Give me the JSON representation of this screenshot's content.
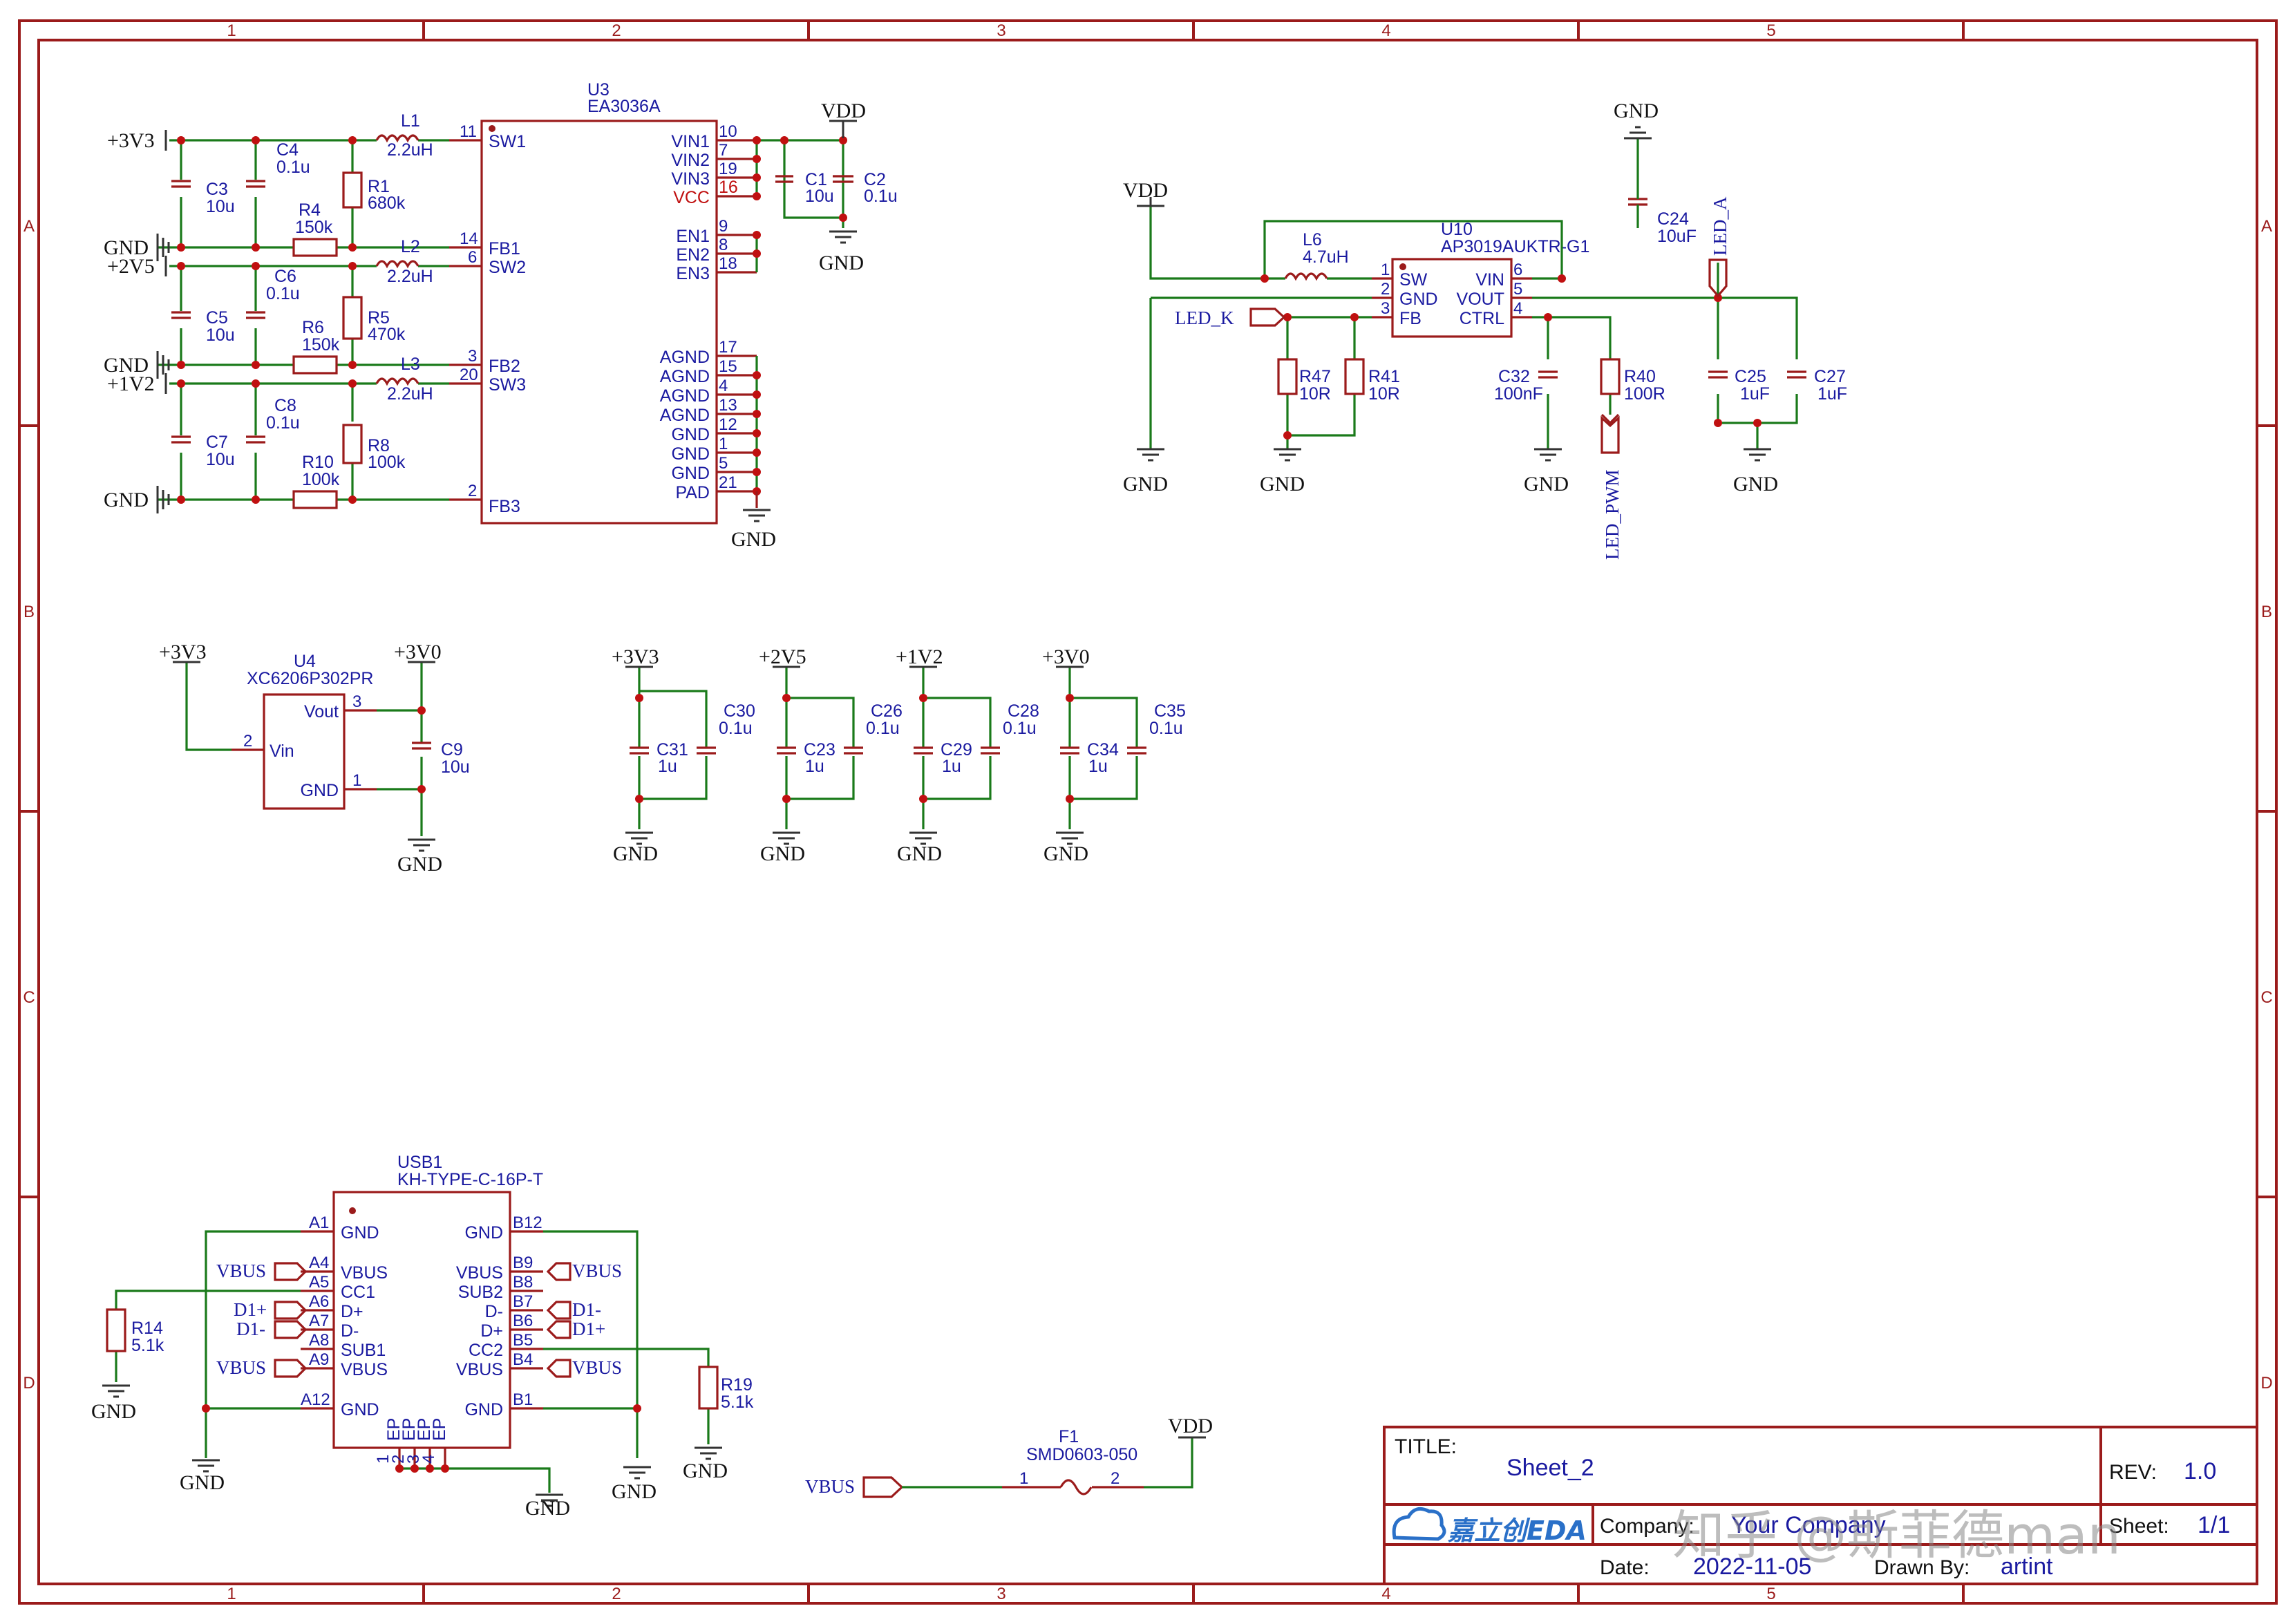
{
  "grid": {
    "cols": [
      "1",
      "2",
      "3",
      "4",
      "5"
    ],
    "rows": [
      "A",
      "B",
      "C",
      "D"
    ]
  },
  "power": {
    "p3v3": "+3V3",
    "p2v5": "+2V5",
    "p1v2": "+1V2",
    "p3v0": "+3V0",
    "vdd": "VDD",
    "gnd": "GND",
    "vbus": "VBUS"
  },
  "u3": {
    "ref": "U3",
    "part": "EA3036A",
    "left_pins": [
      {
        "num": "11",
        "name": "SW1"
      },
      {
        "num": "14",
        "name": "FB1"
      },
      {
        "num": "6",
        "name": "SW2"
      },
      {
        "num": "3",
        "name": "FB2"
      },
      {
        "num": "20",
        "name": "SW3"
      },
      {
        "num": "2",
        "name": "FB3"
      }
    ],
    "right_pins": [
      {
        "num": "10",
        "name": "VIN1"
      },
      {
        "num": "7",
        "name": "VIN2"
      },
      {
        "num": "19",
        "name": "VIN3"
      },
      {
        "num": "16",
        "name": "VCC"
      },
      {
        "num": "9",
        "name": "EN1"
      },
      {
        "num": "8",
        "name": "EN2"
      },
      {
        "num": "18",
        "name": "EN3"
      },
      {
        "num": "17",
        "name": "AGND"
      },
      {
        "num": "15",
        "name": "AGND"
      },
      {
        "num": "4",
        "name": "AGND"
      },
      {
        "num": "13",
        "name": "AGND"
      },
      {
        "num": "12",
        "name": "GND"
      },
      {
        "num": "1",
        "name": "GND"
      },
      {
        "num": "5",
        "name": "GND"
      },
      {
        "num": "21",
        "name": "PAD"
      }
    ]
  },
  "buck_parts": {
    "L1": [
      "L1",
      "2.2uH"
    ],
    "L2": [
      "L2",
      "2.2uH"
    ],
    "L3": [
      "L3",
      "2.2uH"
    ],
    "R1": [
      "R1",
      "680k"
    ],
    "R4": [
      "R4",
      "150k"
    ],
    "R5": [
      "R5",
      "470k"
    ],
    "R6": [
      "R6",
      "150k"
    ],
    "R8": [
      "R8",
      "100k"
    ],
    "R10": [
      "R10",
      "100k"
    ],
    "C3": [
      "C3",
      "10u"
    ],
    "C4": [
      "C4",
      "0.1u"
    ],
    "C5": [
      "C5",
      "10u"
    ],
    "C6": [
      "C6",
      "0.1u"
    ],
    "C7": [
      "C7",
      "10u"
    ],
    "C8": [
      "C8",
      "0.1u"
    ],
    "C1": [
      "C1",
      "10u"
    ],
    "C2": [
      "C2",
      "0.1u"
    ]
  },
  "u10": {
    "ref": "U10",
    "part": "AP3019AUKTR-G1",
    "left_pins": [
      {
        "num": "1",
        "name": "SW"
      },
      {
        "num": "2",
        "name": "GND"
      },
      {
        "num": "3",
        "name": "FB"
      }
    ],
    "right_pins": [
      {
        "num": "6",
        "name": "VIN"
      },
      {
        "num": "5",
        "name": "VOUT"
      },
      {
        "num": "4",
        "name": "CTRL"
      }
    ],
    "L6": [
      "L6",
      "4.7uH"
    ],
    "C24": [
      "C24",
      "10uF"
    ],
    "R47": [
      "R47",
      "10R"
    ],
    "R41": [
      "R41",
      "10R"
    ],
    "C32": [
      "C32",
      "100nF"
    ],
    "R40": [
      "R40",
      "100R"
    ],
    "C25": [
      "C25",
      "1uF"
    ],
    "C27": [
      "C27",
      "1uF"
    ],
    "net_led_k": "LED_K",
    "net_led_a": "LED_A",
    "net_led_pwm": "LED_PWM"
  },
  "u4": {
    "ref": "U4",
    "part": "XC6206P302PR",
    "pins": [
      {
        "num": "3",
        "name": "Vout"
      },
      {
        "num": "2",
        "name": "Vin"
      },
      {
        "num": "1",
        "name": "GND"
      }
    ],
    "C9": [
      "C9",
      "10u"
    ]
  },
  "decoupling": [
    {
      "rail": "+3V3",
      "c_big": [
        "C31",
        "1u"
      ],
      "c_small": [
        "C30",
        "0.1u"
      ]
    },
    {
      "rail": "+2V5",
      "c_big": [
        "C23",
        "1u"
      ],
      "c_small": [
        "C26",
        "0.1u"
      ]
    },
    {
      "rail": "+1V2",
      "c_big": [
        "C29",
        "1u"
      ],
      "c_small": [
        "C28",
        "0.1u"
      ]
    },
    {
      "rail": "+3V0",
      "c_big": [
        "C34",
        "1u"
      ],
      "c_small": [
        "C35",
        "0.1u"
      ]
    }
  ],
  "usb": {
    "ref": "USB1",
    "part": "KH-TYPE-C-16P-T",
    "left_pins": [
      {
        "num": "A1",
        "name": "GND"
      },
      {
        "num": "A4",
        "name": "VBUS"
      },
      {
        "num": "A5",
        "name": "CC1"
      },
      {
        "num": "A6",
        "name": "D+"
      },
      {
        "num": "A7",
        "name": "D-"
      },
      {
        "num": "A8",
        "name": "SUB1"
      },
      {
        "num": "A9",
        "name": "VBUS"
      },
      {
        "num": "A12",
        "name": "GND"
      }
    ],
    "right_pins": [
      {
        "num": "B12",
        "name": "GND"
      },
      {
        "num": "B9",
        "name": "VBUS"
      },
      {
        "num": "B8",
        "name": "SUB2"
      },
      {
        "num": "B7",
        "name": "D-"
      },
      {
        "num": "B6",
        "name": "D+"
      },
      {
        "num": "B5",
        "name": "CC2"
      },
      {
        "num": "B4",
        "name": "VBUS"
      },
      {
        "num": "B1",
        "name": "GND"
      }
    ],
    "ep_pins": [
      "1",
      "2",
      "3",
      "4"
    ],
    "ep_label": "EP",
    "left_nets": [
      "VBUS",
      "D1+",
      "D1-",
      "VBUS"
    ],
    "right_nets": [
      "VBUS",
      "D1-",
      "D1+",
      "VBUS"
    ],
    "R14": [
      "R14",
      "5.1k"
    ],
    "R19": [
      "R19",
      "5.1k"
    ]
  },
  "fuse": {
    "ref": "F1",
    "part": "SMD0603-050",
    "pin1": "1",
    "pin2": "2"
  },
  "title_block": {
    "title_label": "TITLE:",
    "title_value": "Sheet_2",
    "rev_label": "REV:",
    "rev_value": "1.0",
    "company_label": "Company:",
    "company_value": "Your Company",
    "sheet_label": "Sheet:",
    "sheet_value": "1/1",
    "date_label": "Date:",
    "date_value": "2022-11-05",
    "drawn_label": "Drawn By:",
    "drawn_value": "artint",
    "logo_text": "嘉立创EDA"
  },
  "watermark": "知乎 @斯菲德man"
}
